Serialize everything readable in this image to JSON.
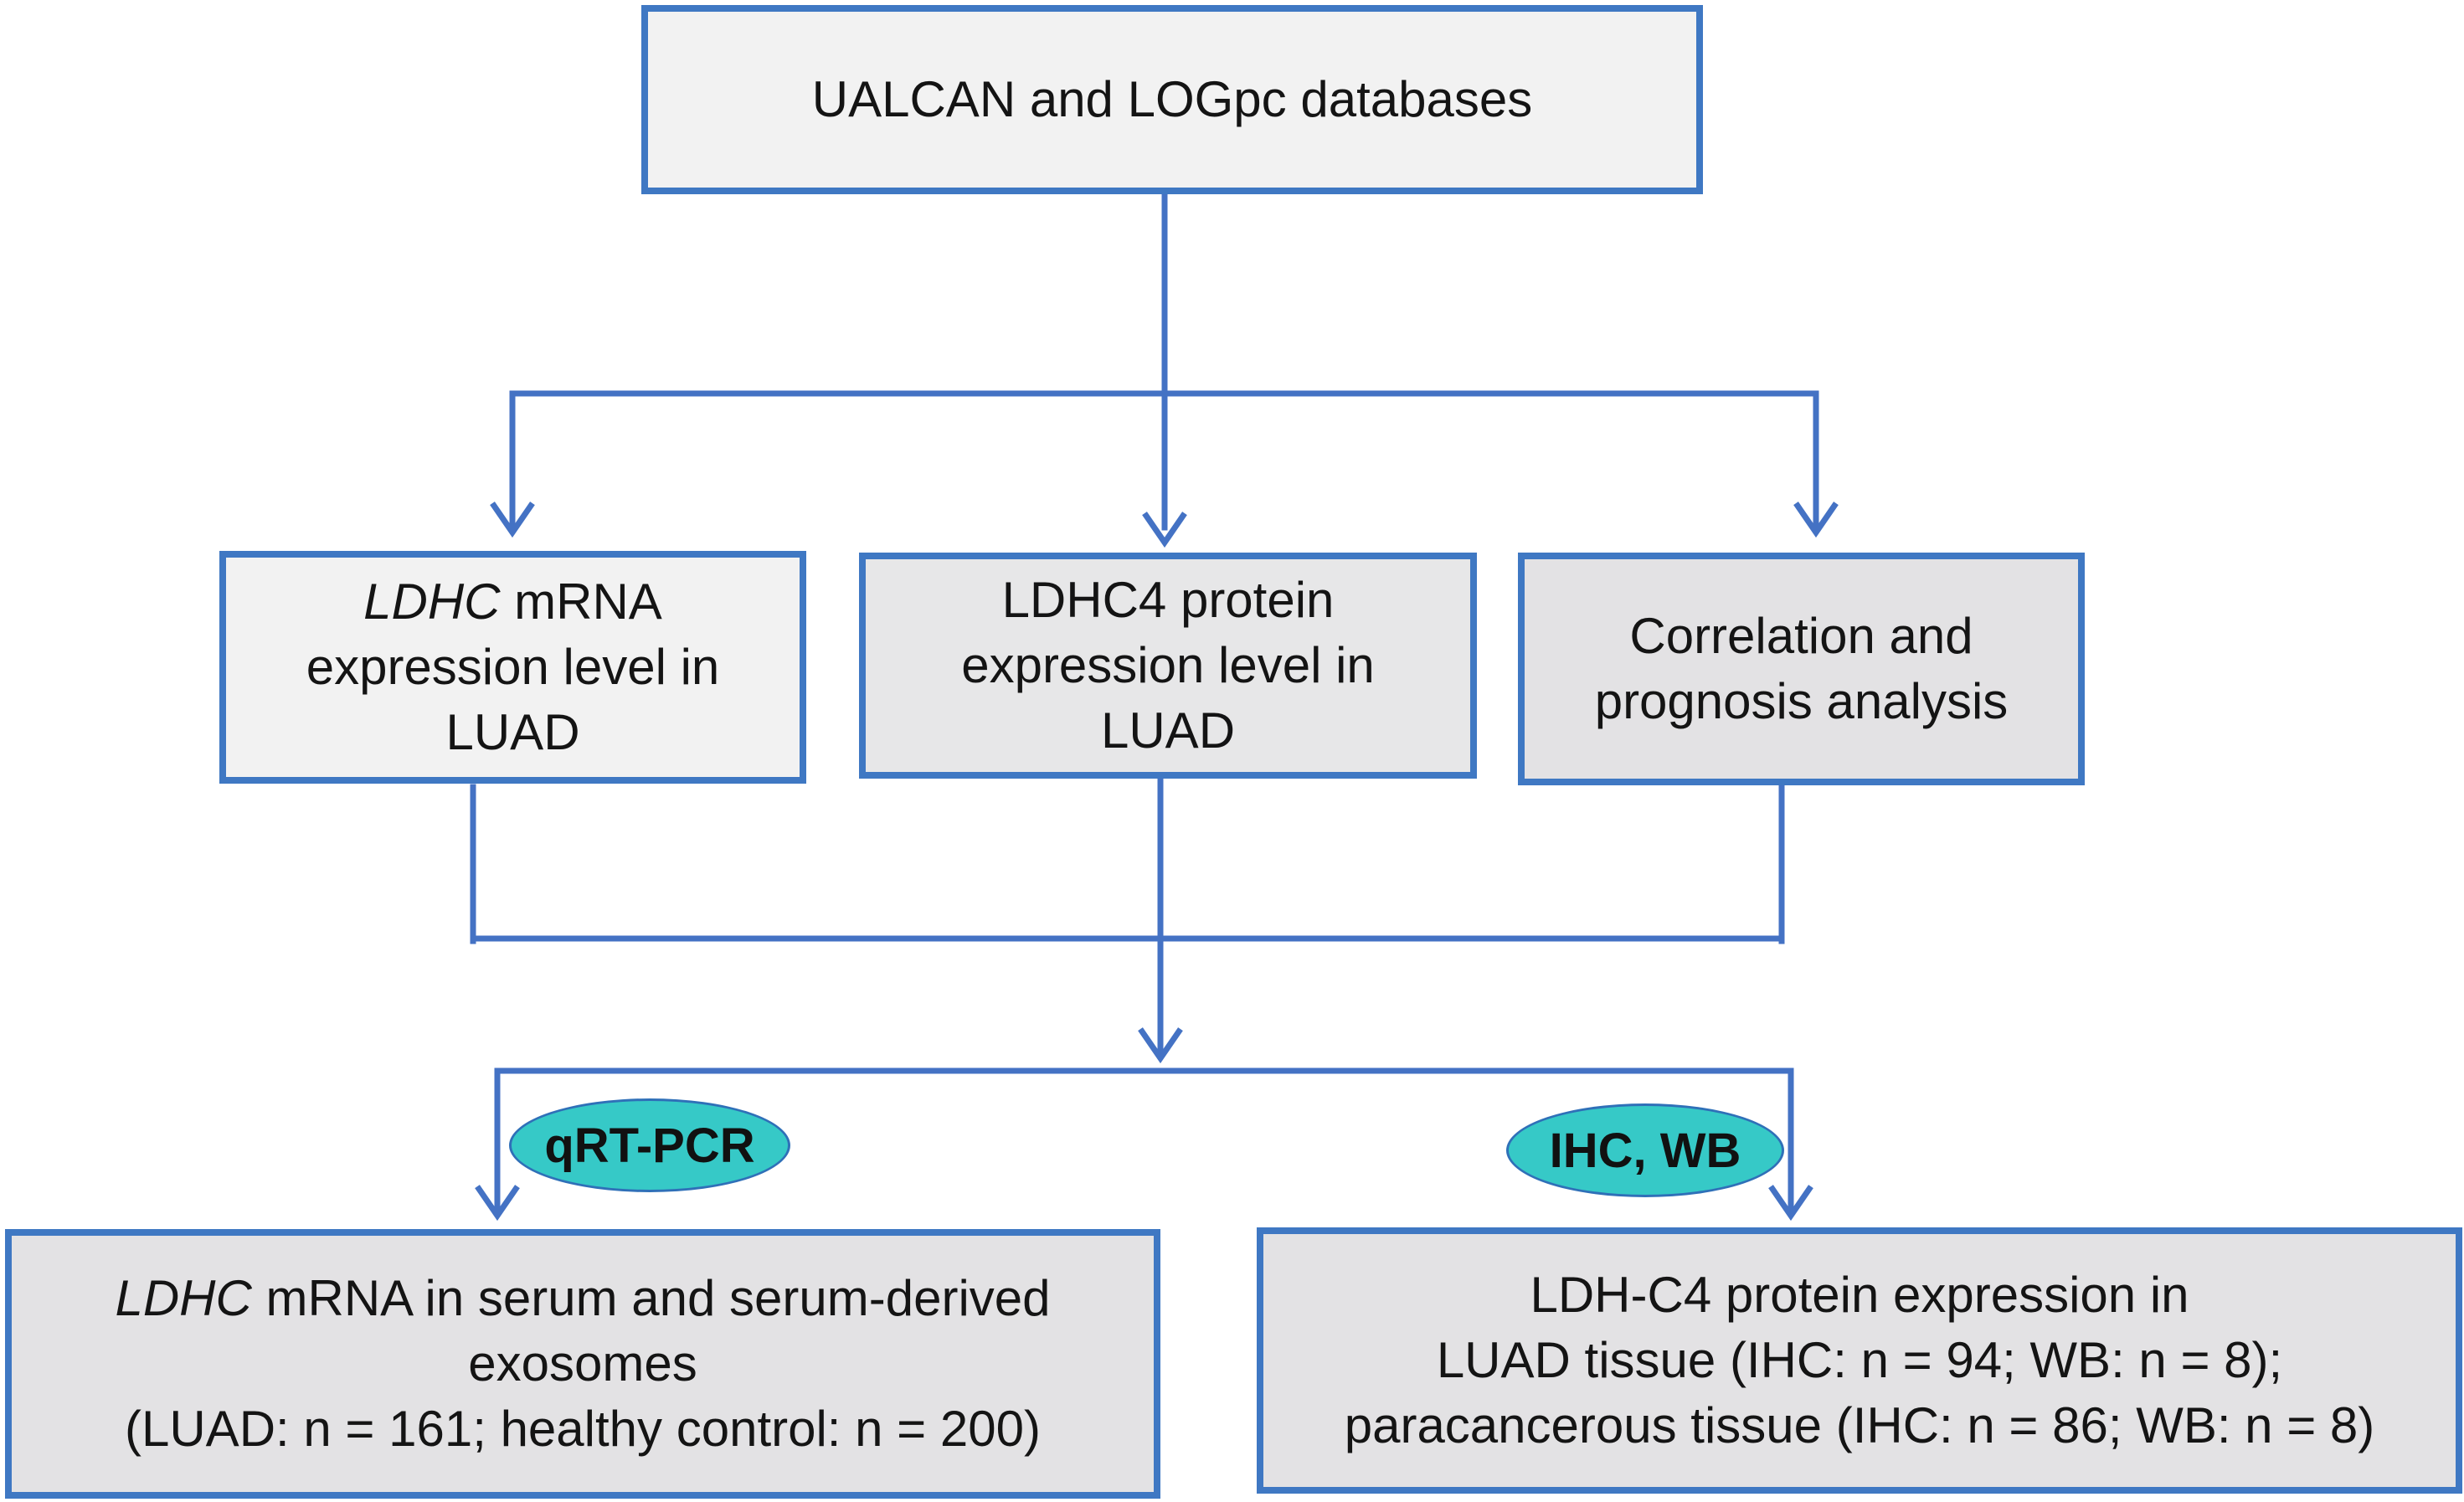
{
  "top_box": {
    "text": "UALCAN and LOGpc databases"
  },
  "middle_boxes": [
    {
      "italic": "LDHC",
      "rest": " mRNA",
      "line2": "expression level in",
      "line3": "LUAD"
    },
    {
      "line1": "LDHC4 protein",
      "line2": "expression level in",
      "line3": "LUAD"
    },
    {
      "line1": "Correlation and",
      "line2": "prognosis analysis"
    }
  ],
  "methods": [
    {
      "label": "qRT-PCR"
    },
    {
      "label": "IHC, WB"
    }
  ],
  "bottom_boxes": [
    {
      "italic": "LDHC",
      "rest": " mRNA in serum and serum-derived",
      "line2": "exosomes",
      "line3": "(LUAD: n = 161; healthy control: n = 200)"
    },
    {
      "line1": "LDH-C4 protein expression in",
      "line2": "LUAD tissue (IHC: n = 94; WB: n = 8);",
      "line3": "paracancerous tissue (IHC: n = 86; WB: n = 8)"
    }
  ],
  "colors": {
    "connector": "#4472c4",
    "box_border": "#3f78c3",
    "method_fill": "#36c9c7"
  }
}
